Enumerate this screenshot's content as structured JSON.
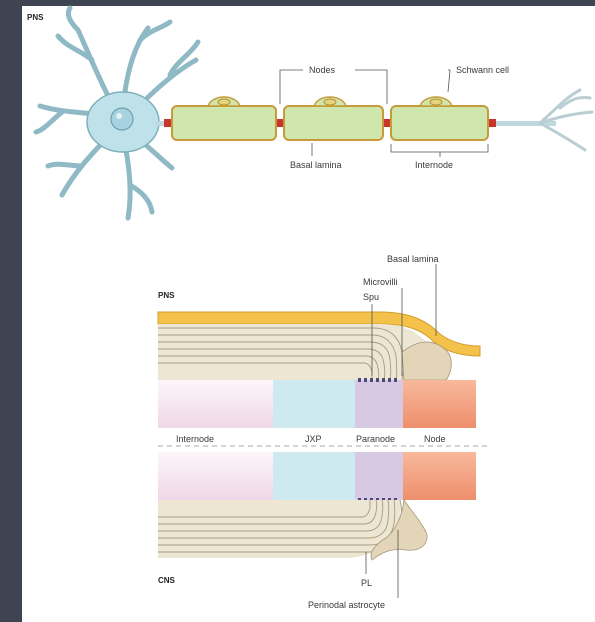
{
  "top": {
    "heading": "PNS",
    "labels": {
      "nodes": "Nodes",
      "schwann_cell": "Schwann cell",
      "basal_lamina": "Basal lamina",
      "internode": "Internode"
    }
  },
  "bottom": {
    "pns_heading": "PNS",
    "cns_heading": "CNS",
    "labels": {
      "basal_lamina": "Basal lamina",
      "microvilli": "Microvilli",
      "spu": "Spu",
      "internode": "Internode",
      "jxp": "JXP",
      "paranode": "Paranode",
      "node": "Node",
      "pl": "PL",
      "perinodal_astrocyte": "Perinodal astrocyte"
    }
  },
  "colors": {
    "frame": "#3f4452",
    "panel": "#ffffff",
    "neuron_body": "#bfe2ea",
    "neuron_stroke": "#6f9fac",
    "schwann_fill": "#cfe6ad",
    "schwann_stroke": "#c79a3a",
    "node_red": "#c9342c",
    "basal_yellow": "#f4c24a",
    "myelin_beige": "#e6dfc9",
    "internode_pink": "#f1dcea",
    "jxp_blue": "#cfe9f1",
    "paranode_purple": "#d7c9e4",
    "node_salmon": "#f5a483"
  }
}
